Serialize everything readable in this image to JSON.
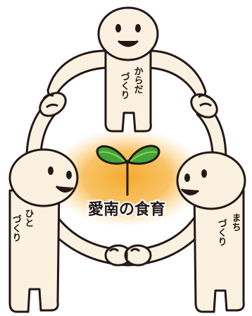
{
  "title": "愛南の食育",
  "figures": {
    "top": {
      "line1": "からだ",
      "line2": "づくり"
    },
    "left": {
      "line1": "ひと",
      "line2": "づくり"
    },
    "right": {
      "line1": "まち",
      "line2": "づくり"
    }
  },
  "colors": {
    "outline": "#231815",
    "skin": "#fbf1e0",
    "glow": "#f6b13c",
    "leaf": "#41a535",
    "leaf_highlight": "#8ccc5a",
    "background": "#ffffff"
  },
  "icons": {
    "center": "sprout-icon"
  }
}
